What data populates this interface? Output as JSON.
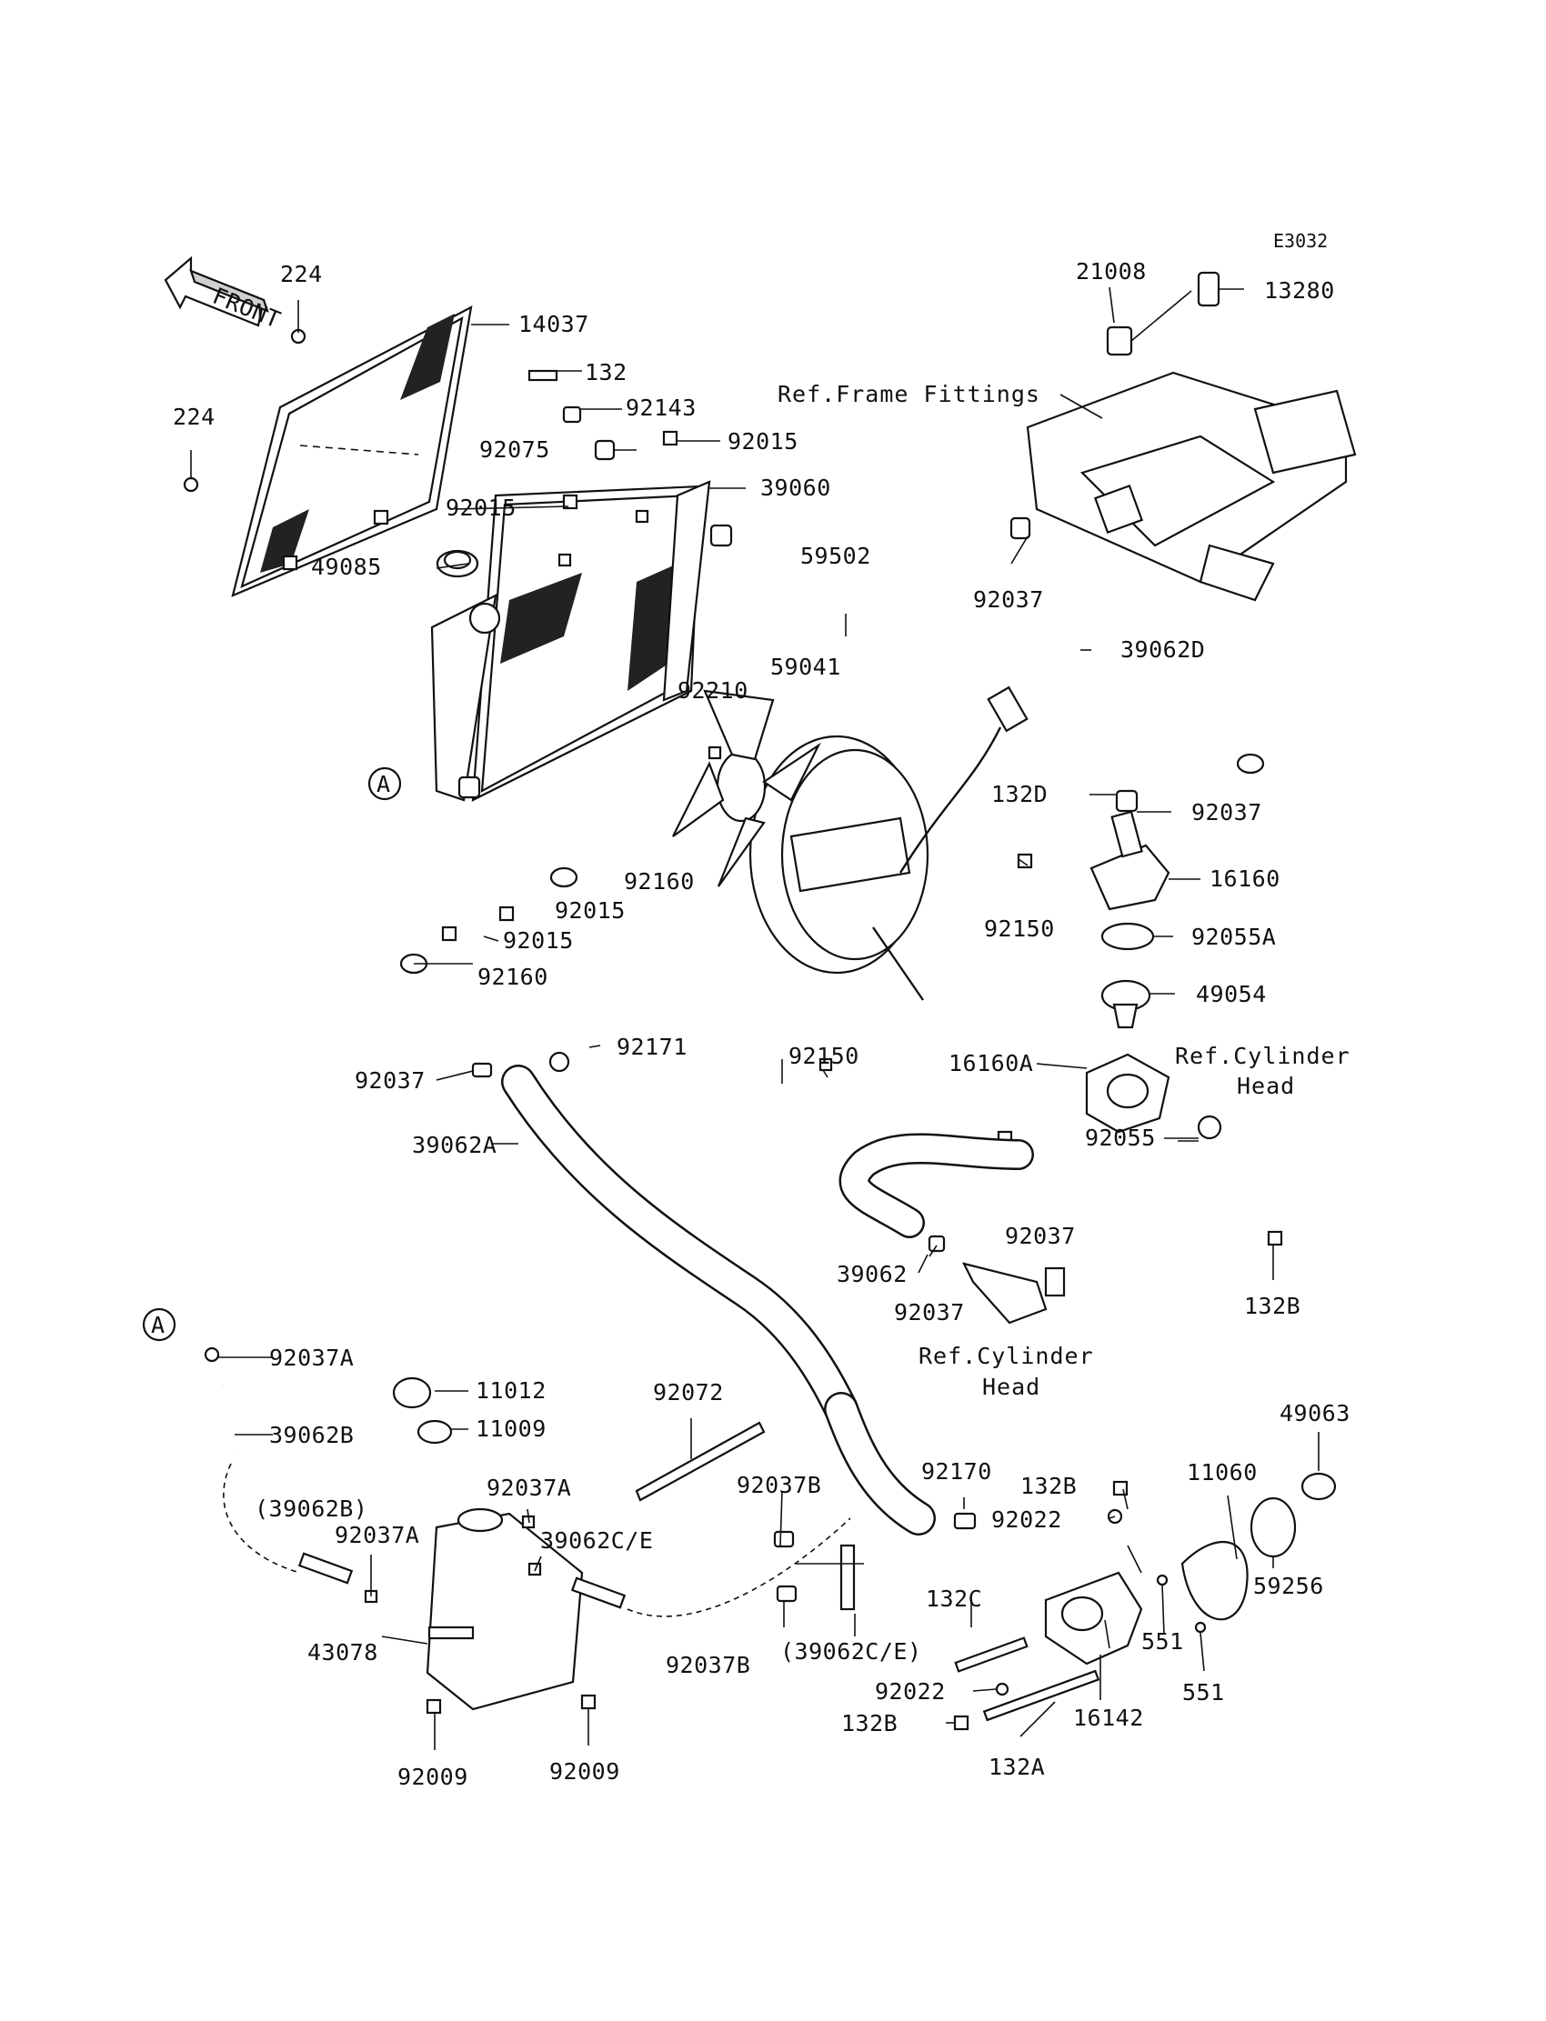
{
  "diagram_code": "E3032",
  "front_arrow_label": "FRONT",
  "callout_a_label": "A",
  "refs": {
    "frame_fittings": "Ref.Frame Fittings",
    "cylinder_head_1a": "Ref.Cylinder",
    "cylinder_head_1b": "Head",
    "cylinder_head_2a": "Ref.Cylinder",
    "cylinder_head_2b": "Head"
  },
  "parts": {
    "p224a": "224",
    "p224b": "224",
    "p14037": "14037",
    "p132": "132",
    "p92143": "92143",
    "p92075": "92075",
    "p92015a": "92015",
    "p92015b": "92015",
    "p39060": "39060",
    "p49085": "49085",
    "p21008": "21008",
    "p13280": "13280",
    "p92037a": "92037",
    "p39062D": "39062D",
    "p59502": "59502",
    "p59041": "59041",
    "p92210": "92210",
    "p132D": "132D",
    "p92037b": "92037",
    "p16160": "16160",
    "p92055A": "92055A",
    "p49054": "49054",
    "p92160a": "92160",
    "p92015c": "92015",
    "p92015d": "92015",
    "p92150a": "92150",
    "p92160b": "92160",
    "p92150b": "92150",
    "p92171": "92171",
    "p92037c": "92037",
    "p16160A": "16160A",
    "p92055": "92055",
    "p39062A": "39062A",
    "p92037d": "92037",
    "p39062": "39062",
    "p92037e": "92037",
    "p132B_a": "132B",
    "p92037A_a": "92037A",
    "p39062B": "39062B",
    "p11012": "11012",
    "p11009": "11009",
    "p92072": "92072",
    "p49063": "49063",
    "p92037A_b": "92037A",
    "p39062Bp": "(39062B)",
    "p92037A_c": "92037A",
    "p39062CE": "39062C/E",
    "p92037B_a": "92037B",
    "p92170": "92170",
    "p132B_b": "132B",
    "p92022a": "92022",
    "p11060": "11060",
    "p59256": "59256",
    "p43078": "43078",
    "p92037B_b": "92037B",
    "p39062CEp": "(39062C/E)",
    "p132C": "132C",
    "p551a": "551",
    "p551b": "551",
    "p92022b": "92022",
    "p16142": "16142",
    "p132B_c": "132B",
    "p132A": "132A",
    "p92009a": "92009",
    "p92009b": "92009"
  }
}
